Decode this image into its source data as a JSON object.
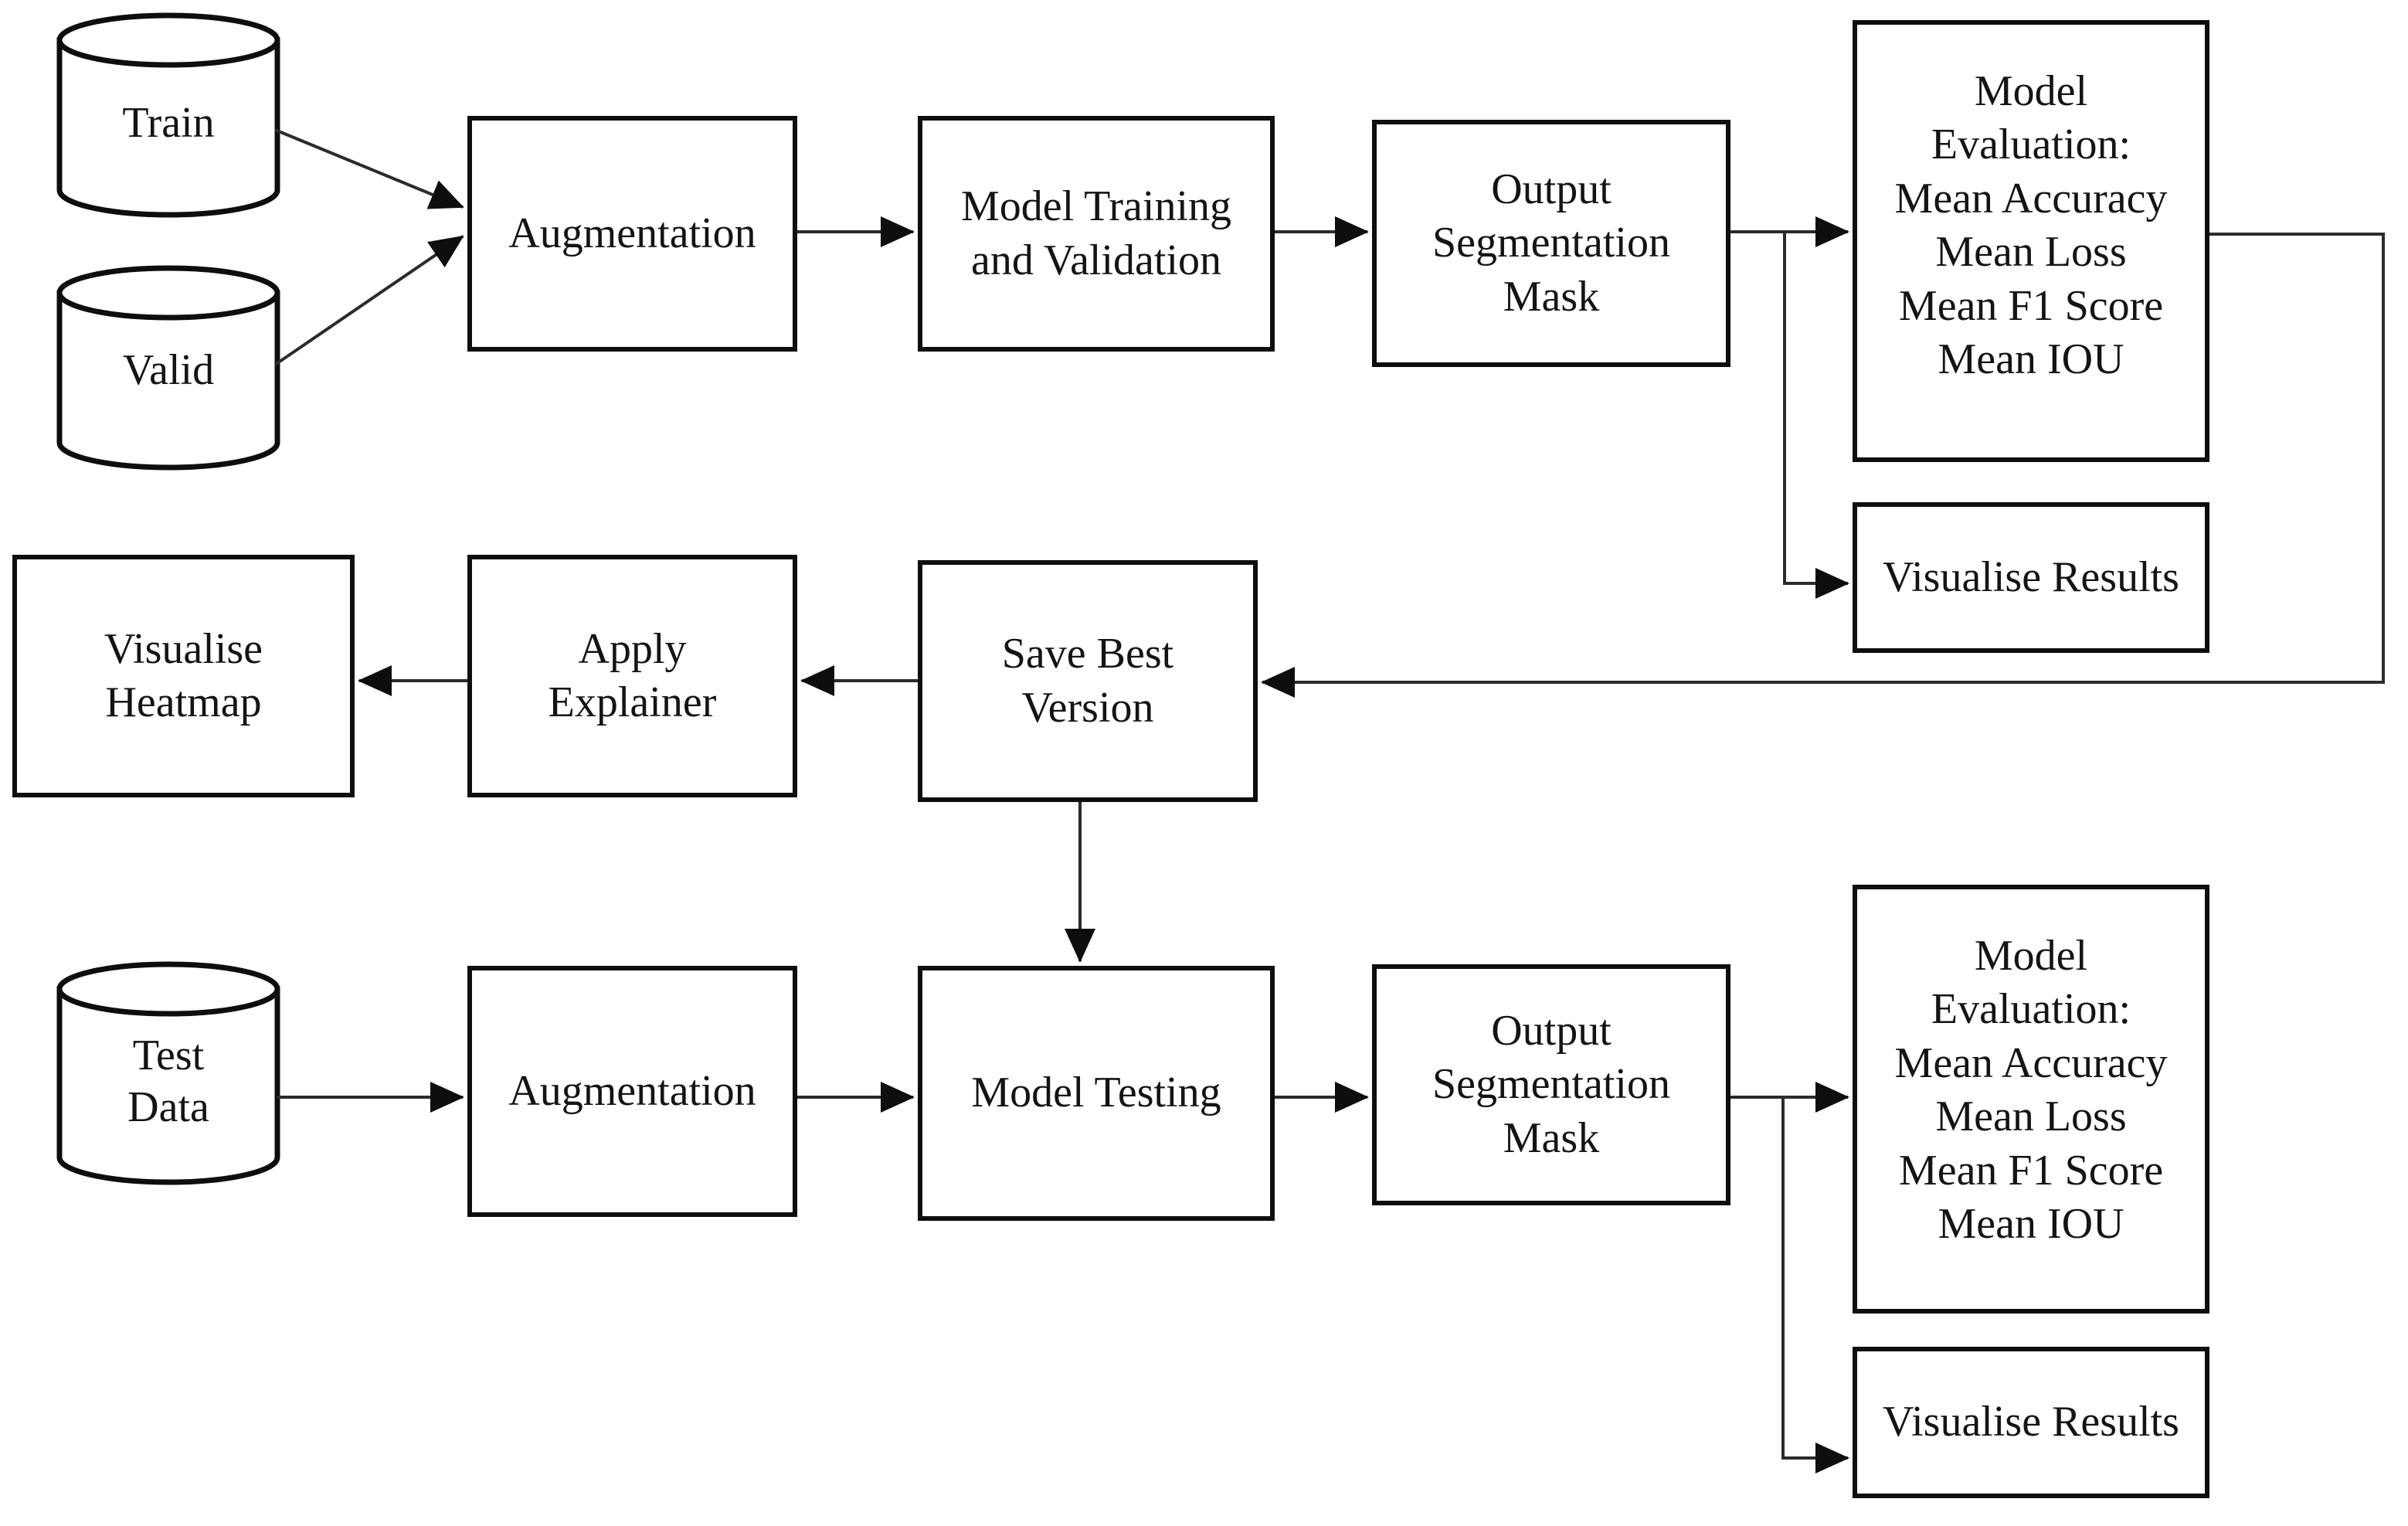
{
  "diagram": {
    "colors": {
      "background": "#ffffff",
      "box_fill": "#ffffff",
      "box_border": "#0e0e0e",
      "connector": "#2b2b2b",
      "text": "#141414"
    },
    "nodes": {
      "train": {
        "label": "Train",
        "shape": "cylinder"
      },
      "valid": {
        "label": "Valid",
        "shape": "cylinder"
      },
      "augmentation_top": {
        "label": "Augmentation",
        "shape": "rect"
      },
      "model_training": {
        "label": "Model Training\nand Validation",
        "shape": "rect"
      },
      "output_mask_top": {
        "label": "Output\nSegmentation\nMask",
        "shape": "rect"
      },
      "model_evaluation_top": {
        "label": "Model\nEvaluation:\nMean Accuracy\nMean Loss\nMean F1 Score\nMean IOU",
        "shape": "rect"
      },
      "visualise_results_top": {
        "label": "Visualise Results",
        "shape": "rect"
      },
      "visualise_heatmap": {
        "label": "Visualise\nHeatmap",
        "shape": "rect"
      },
      "apply_explainer": {
        "label": "Apply\nExplainer",
        "shape": "rect"
      },
      "save_best_version": {
        "label": "Save Best\nVersion",
        "shape": "rect"
      },
      "test_data": {
        "label": "Test\nData",
        "shape": "cylinder"
      },
      "augmentation_bottom": {
        "label": "Augmentation",
        "shape": "rect"
      },
      "model_testing": {
        "label": "Model Testing",
        "shape": "rect"
      },
      "output_mask_bottom": {
        "label": "Output\nSegmentation\nMask",
        "shape": "rect"
      },
      "model_evaluation_bottom": {
        "label": "Model\nEvaluation:\nMean Accuracy\nMean Loss\nMean F1 Score\nMean IOU",
        "shape": "rect"
      },
      "visualise_results_bottom": {
        "label": "Visualise Results",
        "shape": "rect"
      }
    },
    "edges": [
      {
        "from": "train",
        "to": "augmentation_top"
      },
      {
        "from": "valid",
        "to": "augmentation_top"
      },
      {
        "from": "augmentation_top",
        "to": "model_training"
      },
      {
        "from": "model_training",
        "to": "output_mask_top"
      },
      {
        "from": "output_mask_top",
        "to": "model_evaluation_top"
      },
      {
        "from": "output_mask_top",
        "to": "visualise_results_top"
      },
      {
        "from": "model_evaluation_top",
        "to": "save_best_version"
      },
      {
        "from": "save_best_version",
        "to": "apply_explainer"
      },
      {
        "from": "apply_explainer",
        "to": "visualise_heatmap"
      },
      {
        "from": "save_best_version",
        "to": "model_testing"
      },
      {
        "from": "test_data",
        "to": "augmentation_bottom"
      },
      {
        "from": "augmentation_bottom",
        "to": "model_testing"
      },
      {
        "from": "model_testing",
        "to": "output_mask_bottom"
      },
      {
        "from": "output_mask_bottom",
        "to": "model_evaluation_bottom"
      },
      {
        "from": "output_mask_bottom",
        "to": "visualise_results_bottom"
      }
    ]
  }
}
